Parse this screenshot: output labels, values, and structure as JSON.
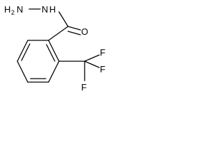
{
  "molecule": {
    "atoms": {
      "n_terminal_h": "H",
      "n_terminal_h_count": "2",
      "n_terminal": "N",
      "n_amide": "N",
      "n_amide_h": "H",
      "carbonyl_o": "O",
      "fluorine_1": "F",
      "fluorine_2": "F",
      "fluorine_3": "F"
    }
  }
}
